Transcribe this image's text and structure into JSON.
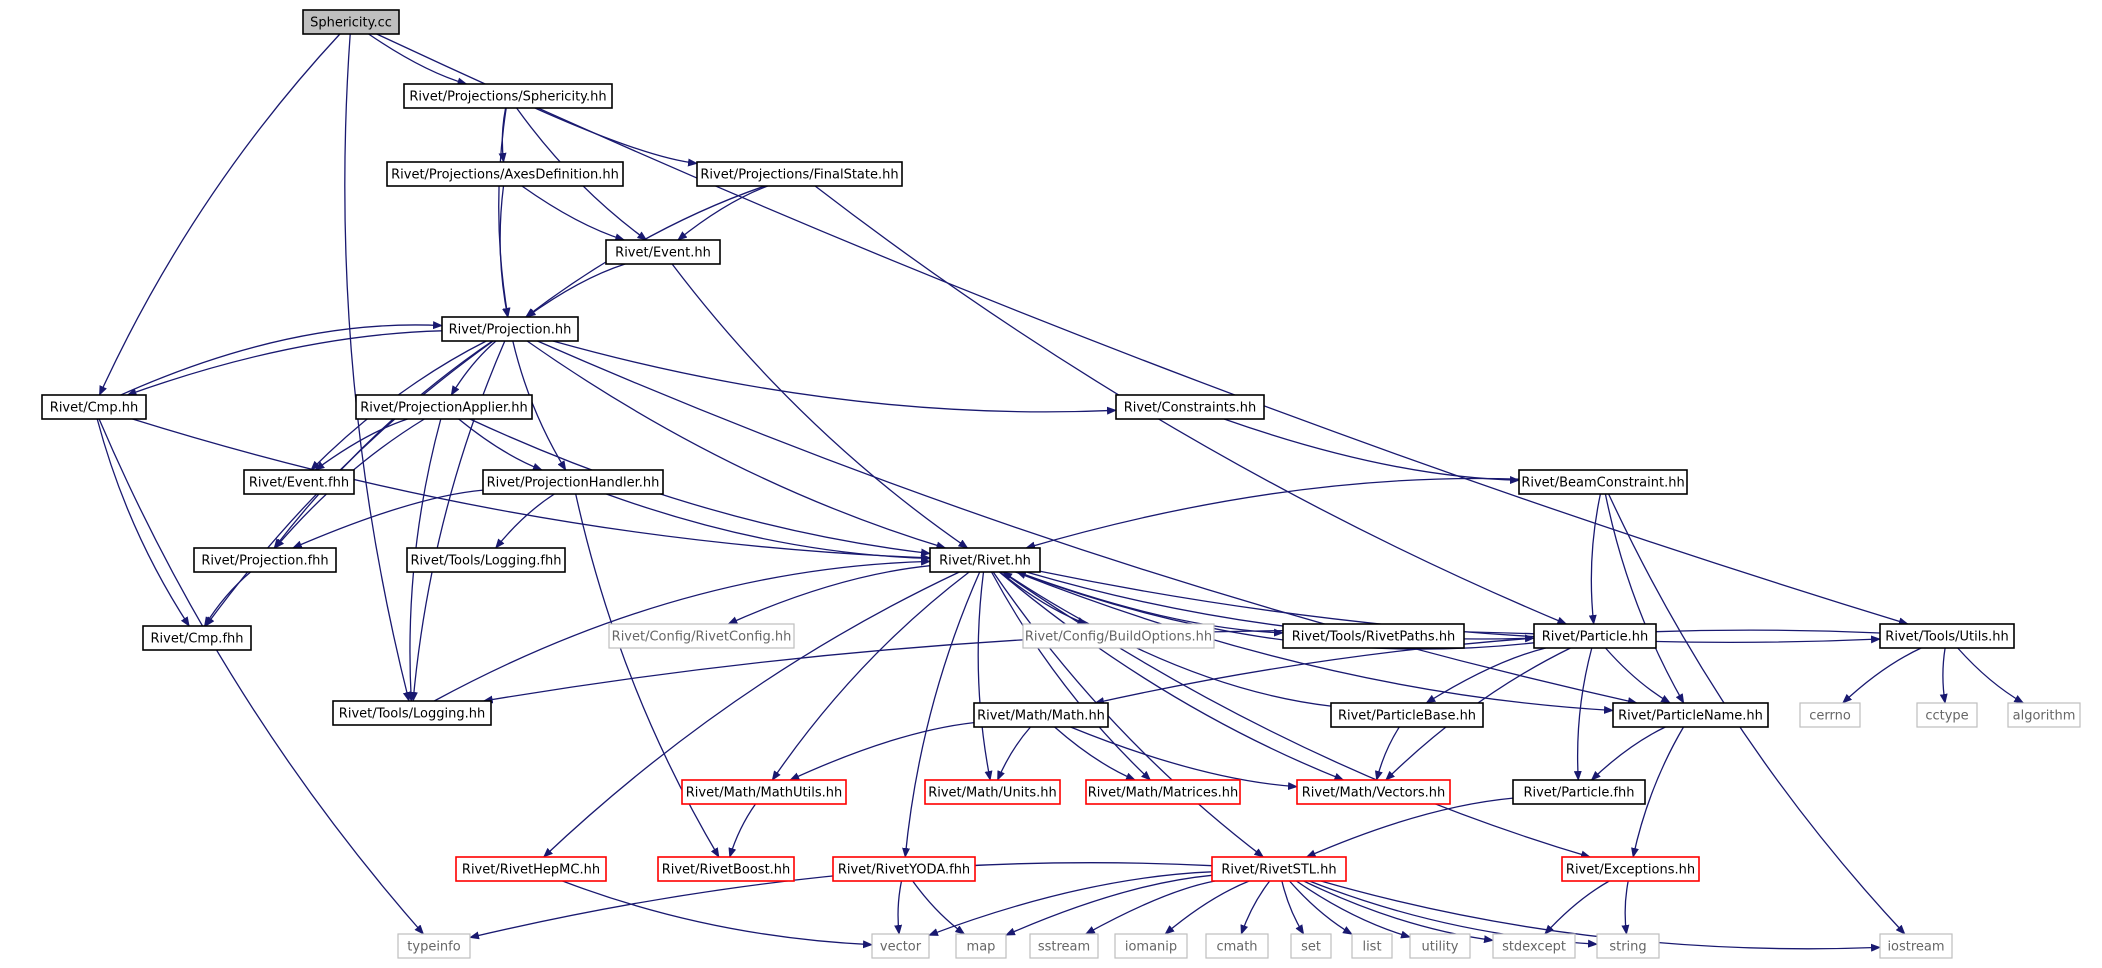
{
  "colors": {
    "edge": "#191970",
    "border_local": "#000000",
    "border_missing": "#bfbfbf",
    "border_truncated": "#ff0000",
    "fill_root": "#bfbfbf",
    "fill_default": "#ffffff",
    "text_default": "#000000",
    "text_missing": "#666666"
  },
  "nodes": [
    {
      "id": "sphericity_cc",
      "label": "Sphericity.cc",
      "kind": "root"
    },
    {
      "id": "proj_sphericity",
      "label": "Rivet/Projections/Sphericity.hh",
      "kind": "local"
    },
    {
      "id": "axes_def",
      "label": "Rivet/Projections/AxesDefinition.hh",
      "kind": "local"
    },
    {
      "id": "finalstate",
      "label": "Rivet/Projections/FinalState.hh",
      "kind": "local"
    },
    {
      "id": "event_hh",
      "label": "Rivet/Event.hh",
      "kind": "local"
    },
    {
      "id": "projection_hh",
      "label": "Rivet/Projection.hh",
      "kind": "local"
    },
    {
      "id": "cmp_hh",
      "label": "Rivet/Cmp.hh",
      "kind": "local"
    },
    {
      "id": "projapplier",
      "label": "Rivet/ProjectionApplier.hh",
      "kind": "local"
    },
    {
      "id": "event_fhh",
      "label": "Rivet/Event.fhh",
      "kind": "local"
    },
    {
      "id": "projhandler",
      "label": "Rivet/ProjectionHandler.hh",
      "kind": "local"
    },
    {
      "id": "constraints",
      "label": "Rivet/Constraints.hh",
      "kind": "local"
    },
    {
      "id": "beamconstraint",
      "label": "Rivet/BeamConstraint.hh",
      "kind": "local"
    },
    {
      "id": "projection_fhh",
      "label": "Rivet/Projection.fhh",
      "kind": "local"
    },
    {
      "id": "logging_fhh",
      "label": "Rivet/Tools/Logging.fhh",
      "kind": "local"
    },
    {
      "id": "rivet_hh",
      "label": "Rivet/Rivet.hh",
      "kind": "local"
    },
    {
      "id": "cmp_fhh",
      "label": "Rivet/Cmp.fhh",
      "kind": "local"
    },
    {
      "id": "rivetconfig",
      "label": "Rivet/Config/RivetConfig.hh",
      "kind": "missing"
    },
    {
      "id": "buildoptions",
      "label": "Rivet/Config/BuildOptions.hh",
      "kind": "missing"
    },
    {
      "id": "rivetpaths",
      "label": "Rivet/Tools/RivetPaths.hh",
      "kind": "local"
    },
    {
      "id": "particle_hh",
      "label": "Rivet/Particle.hh",
      "kind": "local"
    },
    {
      "id": "utils_hh",
      "label": "Rivet/Tools/Utils.hh",
      "kind": "local"
    },
    {
      "id": "logging_hh",
      "label": "Rivet/Tools/Logging.hh",
      "kind": "local"
    },
    {
      "id": "math_hh",
      "label": "Rivet/Math/Math.hh",
      "kind": "local"
    },
    {
      "id": "particlebase",
      "label": "Rivet/ParticleBase.hh",
      "kind": "local"
    },
    {
      "id": "particlename",
      "label": "Rivet/ParticleName.hh",
      "kind": "local"
    },
    {
      "id": "cerrno",
      "label": "cerrno",
      "kind": "missing"
    },
    {
      "id": "cctype",
      "label": "cctype",
      "kind": "missing"
    },
    {
      "id": "algorithm",
      "label": "algorithm",
      "kind": "missing"
    },
    {
      "id": "mathutils",
      "label": "Rivet/Math/MathUtils.hh",
      "kind": "truncated"
    },
    {
      "id": "units",
      "label": "Rivet/Math/Units.hh",
      "kind": "truncated"
    },
    {
      "id": "matrices",
      "label": "Rivet/Math/Matrices.hh",
      "kind": "truncated"
    },
    {
      "id": "vectors",
      "label": "Rivet/Math/Vectors.hh",
      "kind": "truncated"
    },
    {
      "id": "particle_fhh",
      "label": "Rivet/Particle.fhh",
      "kind": "local"
    },
    {
      "id": "hepmc",
      "label": "Rivet/RivetHepMC.hh",
      "kind": "truncated"
    },
    {
      "id": "boost",
      "label": "Rivet/RivetBoost.hh",
      "kind": "truncated"
    },
    {
      "id": "yoda",
      "label": "Rivet/RivetYODA.fhh",
      "kind": "truncated"
    },
    {
      "id": "rivetstl",
      "label": "Rivet/RivetSTL.hh",
      "kind": "truncated"
    },
    {
      "id": "exceptions",
      "label": "Rivet/Exceptions.hh",
      "kind": "truncated"
    },
    {
      "id": "typeinfo",
      "label": "typeinfo",
      "kind": "missing"
    },
    {
      "id": "vector",
      "label": "vector",
      "kind": "missing"
    },
    {
      "id": "map",
      "label": "map",
      "kind": "missing"
    },
    {
      "id": "sstream",
      "label": "sstream",
      "kind": "missing"
    },
    {
      "id": "iomanip",
      "label": "iomanip",
      "kind": "missing"
    },
    {
      "id": "cmath",
      "label": "cmath",
      "kind": "missing"
    },
    {
      "id": "set",
      "label": "set",
      "kind": "missing"
    },
    {
      "id": "list",
      "label": "list",
      "kind": "missing"
    },
    {
      "id": "utility",
      "label": "utility",
      "kind": "missing"
    },
    {
      "id": "stdexcept",
      "label": "stdexcept",
      "kind": "missing"
    },
    {
      "id": "string",
      "label": "string",
      "kind": "missing"
    },
    {
      "id": "iostream",
      "label": "iostream",
      "kind": "missing"
    }
  ],
  "edges": [
    [
      "sphericity_cc",
      "proj_sphericity"
    ],
    [
      "sphericity_cc",
      "cmp_hh"
    ],
    [
      "sphericity_cc",
      "logging_hh"
    ],
    [
      "sphericity_cc",
      "utils_hh"
    ],
    [
      "proj_sphericity",
      "axes_def"
    ],
    [
      "proj_sphericity",
      "finalstate"
    ],
    [
      "proj_sphericity",
      "event_hh"
    ],
    [
      "proj_sphericity",
      "projection_hh"
    ],
    [
      "axes_def",
      "projection_hh"
    ],
    [
      "axes_def",
      "event_hh"
    ],
    [
      "finalstate",
      "event_hh"
    ],
    [
      "finalstate",
      "projection_hh"
    ],
    [
      "finalstate",
      "particle_hh"
    ],
    [
      "event_hh",
      "projection_hh"
    ],
    [
      "event_hh",
      "rivet_hh"
    ],
    [
      "projection_hh",
      "cmp_hh"
    ],
    [
      "projection_hh",
      "projapplier"
    ],
    [
      "projection_hh",
      "projhandler"
    ],
    [
      "projection_hh",
      "constraints"
    ],
    [
      "projection_hh",
      "event_fhh"
    ],
    [
      "projection_hh",
      "projection_fhh"
    ],
    [
      "projection_hh",
      "cmp_fhh"
    ],
    [
      "projection_hh",
      "rivet_hh"
    ],
    [
      "projection_hh",
      "logging_hh"
    ],
    [
      "projection_hh",
      "particlename"
    ],
    [
      "cmp_hh",
      "projection_hh"
    ],
    [
      "cmp_hh",
      "cmp_fhh"
    ],
    [
      "cmp_hh",
      "rivet_hh"
    ],
    [
      "cmp_hh",
      "typeinfo"
    ],
    [
      "projapplier",
      "event_fhh"
    ],
    [
      "projapplier",
      "projhandler"
    ],
    [
      "projapplier",
      "projection_fhh"
    ],
    [
      "projapplier",
      "rivet_hh"
    ],
    [
      "projapplier",
      "logging_hh"
    ],
    [
      "projhandler",
      "projection_fhh"
    ],
    [
      "projhandler",
      "logging_fhh"
    ],
    [
      "projhandler",
      "rivet_hh"
    ],
    [
      "projhandler",
      "boost"
    ],
    [
      "constraints",
      "beamconstraint"
    ],
    [
      "beamconstraint",
      "rivet_hh"
    ],
    [
      "beamconstraint",
      "particle_hh"
    ],
    [
      "beamconstraint",
      "particlename"
    ],
    [
      "beamconstraint",
      "iostream"
    ],
    [
      "projection_fhh",
      "cmp_fhh"
    ],
    [
      "logging_hh",
      "rivet_hh"
    ],
    [
      "rivet_hh",
      "rivetconfig"
    ],
    [
      "rivet_hh",
      "buildoptions"
    ],
    [
      "rivet_hh",
      "rivetpaths"
    ],
    [
      "rivet_hh",
      "particle_hh"
    ],
    [
      "rivet_hh",
      "utils_hh"
    ],
    [
      "rivet_hh",
      "particlename"
    ],
    [
      "rivet_hh",
      "exceptions"
    ],
    [
      "rivet_hh",
      "mathutils"
    ],
    [
      "rivet_hh",
      "units"
    ],
    [
      "rivet_hh",
      "matrices"
    ],
    [
      "rivet_hh",
      "vectors"
    ],
    [
      "rivet_hh",
      "rivetstl"
    ],
    [
      "rivet_hh",
      "hepmc"
    ],
    [
      "rivet_hh",
      "yoda"
    ],
    [
      "particle_hh",
      "rivet_hh"
    ],
    [
      "particle_hh",
      "particlebase"
    ],
    [
      "particle_hh",
      "particlename"
    ],
    [
      "particle_hh",
      "particle_fhh"
    ],
    [
      "particle_hh",
      "vectors"
    ],
    [
      "particle_hh",
      "logging_hh"
    ],
    [
      "particlebase",
      "rivet_hh"
    ],
    [
      "particlebase",
      "vectors"
    ],
    [
      "utils_hh",
      "math_hh"
    ],
    [
      "utils_hh",
      "cerrno"
    ],
    [
      "utils_hh",
      "cctype"
    ],
    [
      "utils_hh",
      "algorithm"
    ],
    [
      "math_hh",
      "mathutils"
    ],
    [
      "math_hh",
      "units"
    ],
    [
      "math_hh",
      "matrices"
    ],
    [
      "math_hh",
      "vectors"
    ],
    [
      "mathutils",
      "boost"
    ],
    [
      "particlename",
      "particle_fhh"
    ],
    [
      "particlename",
      "exceptions"
    ],
    [
      "particle_fhh",
      "rivetstl"
    ],
    [
      "hepmc",
      "vector"
    ],
    [
      "yoda",
      "vector"
    ],
    [
      "yoda",
      "map"
    ],
    [
      "rivetstl",
      "typeinfo"
    ],
    [
      "rivetstl",
      "vector"
    ],
    [
      "rivetstl",
      "map"
    ],
    [
      "rivetstl",
      "sstream"
    ],
    [
      "rivetstl",
      "iomanip"
    ],
    [
      "rivetstl",
      "cmath"
    ],
    [
      "rivetstl",
      "set"
    ],
    [
      "rivetstl",
      "list"
    ],
    [
      "rivetstl",
      "utility"
    ],
    [
      "rivetstl",
      "stdexcept"
    ],
    [
      "rivetstl",
      "string"
    ],
    [
      "rivetstl",
      "iostream"
    ],
    [
      "exceptions",
      "stdexcept"
    ],
    [
      "exceptions",
      "string"
    ]
  ]
}
